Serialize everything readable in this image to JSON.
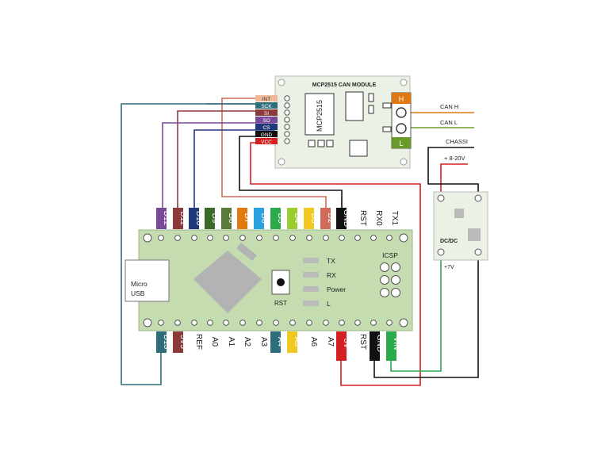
{
  "can_module": {
    "title": "MCP2515 CAN MODULE",
    "chip": "MCP2515",
    "pins": [
      "INT",
      "SCK",
      "SI",
      "SO",
      "CS",
      "GND",
      "VCC"
    ],
    "terminal_h": "H",
    "terminal_l": "L"
  },
  "can_bus": {
    "can_h": "CAN H",
    "can_l": "CAN L",
    "chassi": "CHASSI",
    "supply": "+ 8-20V"
  },
  "dcdc": {
    "label": "DC/DC",
    "output": "+7V"
  },
  "nano": {
    "top_pins": [
      "D12",
      "D11",
      "D10",
      "D9",
      "D8",
      "D7",
      "D6",
      "D5",
      "D4",
      "D3",
      "D2",
      "GND",
      "RST",
      "RX0",
      "TX1"
    ],
    "bottom_pins": [
      "D13",
      "3V3",
      "REF",
      "A0",
      "A1",
      "A2",
      "A3",
      "A4",
      "A5",
      "A6",
      "A7",
      "5V",
      "RST",
      "GND",
      "VIN"
    ],
    "usb_label": "Micro USB",
    "reset_label": "RST",
    "icsp_label": "ICSP",
    "leds": [
      "TX",
      "RX",
      "Power",
      "L"
    ]
  },
  "colors": {
    "int": "#f0b89a",
    "sck": "#2e6e7a",
    "si": "#8b3a3a",
    "so": "#7a4a9a",
    "cs": "#1f3a7a",
    "gnd": "#111111",
    "vcc": "#d42020",
    "board": "#c5dcb0",
    "can_h": "#e07a10",
    "can_l": "#6a9a2a",
    "terminal_h": "#e07a10",
    "terminal_l": "#6a9a2a"
  }
}
